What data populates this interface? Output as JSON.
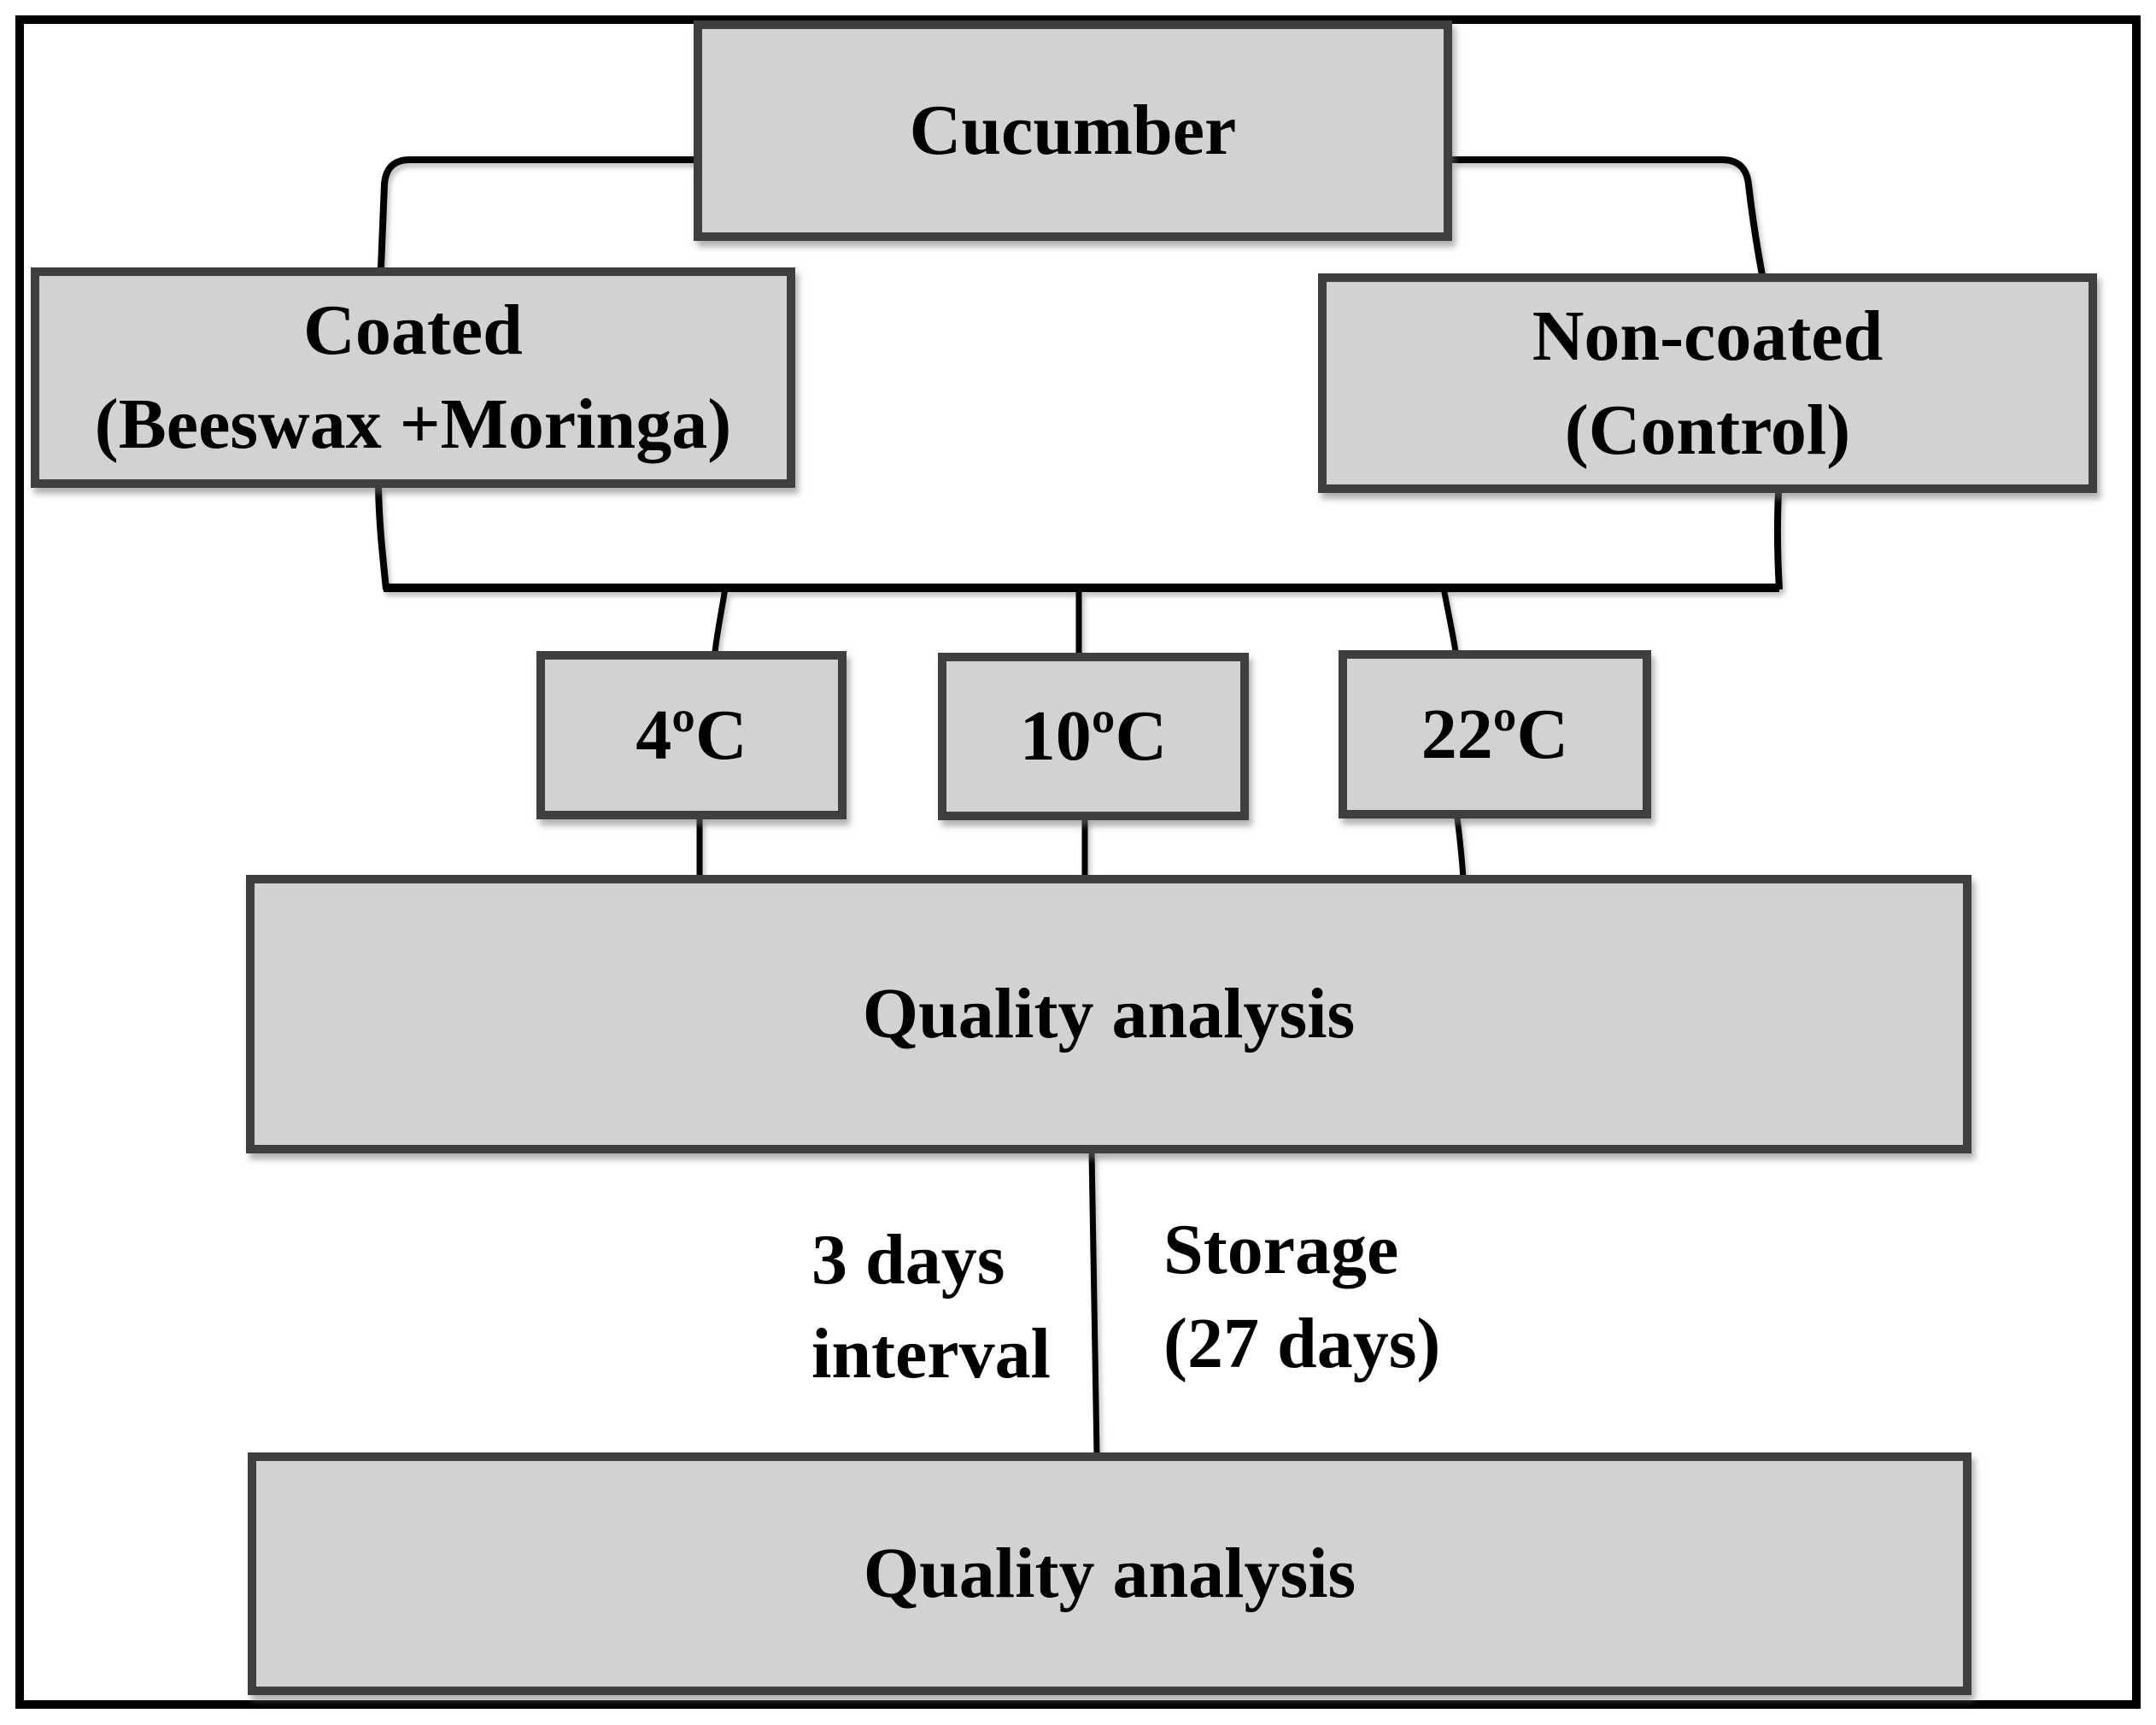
{
  "nodes": {
    "cucumber": {
      "label": "Cucumber"
    },
    "coated": {
      "line1": "Coated",
      "line2": "(Beeswax +Moringa)"
    },
    "noncoated": {
      "line1": "Non-coated",
      "line2": "(Control)"
    },
    "temp_4c": {
      "label": "4ºC"
    },
    "temp_10c": {
      "label": "10ºC"
    },
    "temp_22c": {
      "label": "22ºC"
    },
    "quality_analysis_top": {
      "label": "Quality analysis"
    },
    "quality_analysis_bottom": {
      "label": "Quality analysis"
    }
  },
  "edge_labels": {
    "interval": {
      "line1": "3 days",
      "line2": "interval"
    },
    "storage": {
      "line1": "Storage",
      "line2": "(27 days)"
    }
  },
  "colors": {
    "box_fill": "#d2d2d2",
    "box_border": "#3f3f3f",
    "connector": "#000000",
    "frame": "#000000",
    "background": "#ffffff",
    "text": "#000000"
  }
}
